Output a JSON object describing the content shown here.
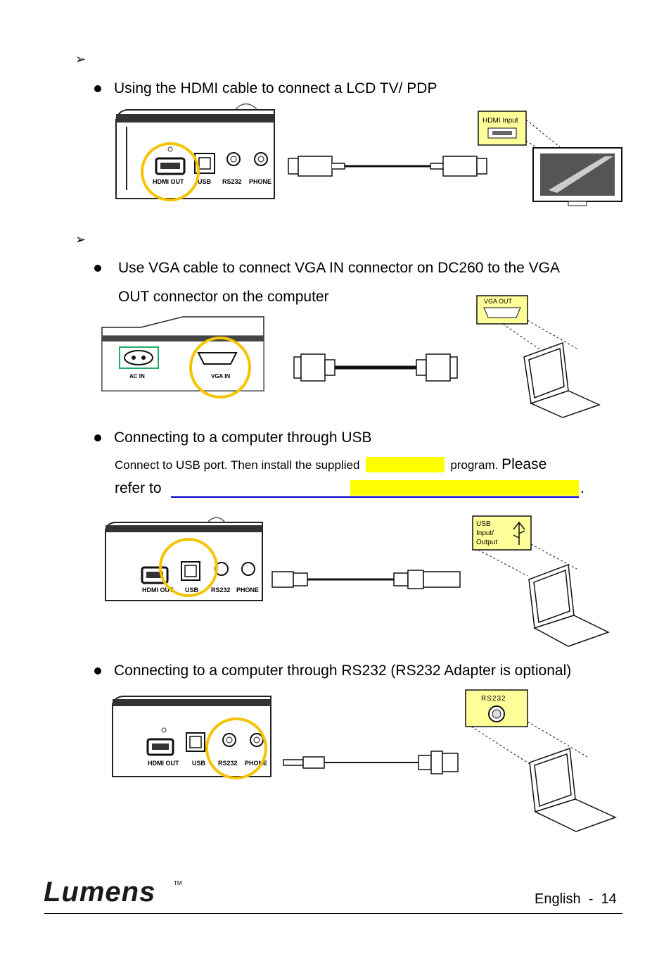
{
  "sections": [
    {
      "bullet_text": "Using the HDMI cable to connect a LCD TV/ PDP"
    },
    {
      "bullet_text_line1": "Use VGA cable to connect VGA IN connector on DC260 to the VGA",
      "bullet_text_line2": "OUT connector on the computer"
    },
    {
      "bullet_text": "Connecting to a computer through USB",
      "note_prefix": "Connect to USB port. Then install the supplied",
      "note_program": "program. ",
      "note_please": "Please",
      "note_refer": "refer to",
      "note_end": "."
    },
    {
      "bullet_text": "Connecting to a computer through RS232 (RS232 Adapter is optional)"
    }
  ],
  "labels": {
    "hdmi_out": "HDMI OUT",
    "usb": "USB",
    "rs232": "RS232",
    "phone": "PHONE",
    "hdmi_input": "HDMI Input",
    "ac_in": "AC IN",
    "vga_in": "VGA IN",
    "vga_out": "VGA OUT",
    "usb_io_1": "USB",
    "usb_io_2": "Input/",
    "usb_io_3": "Output",
    "rs232_box": "RS232"
  },
  "footer": {
    "logo": "Lumens",
    "tm": "TM",
    "page_label": "English  -  14"
  },
  "colors": {
    "highlight": "#ffff00",
    "circle": "#f5c400",
    "link": "#0000cc"
  }
}
